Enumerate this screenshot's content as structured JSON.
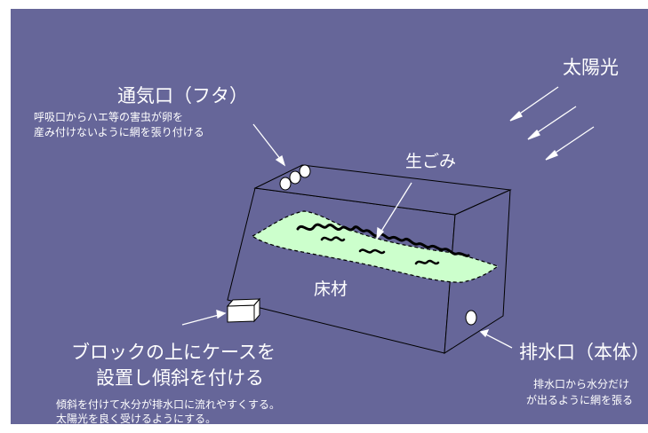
{
  "labels": {
    "sunlight": "太陽光",
    "vent_title": "通気口（フタ）",
    "vent_desc_1": "呼吸口からハエ等の害虫が卵を",
    "vent_desc_2": "産み付けないように網を張り付ける",
    "raw_garbage": "生ごみ",
    "bedding": "床材",
    "block_title_1": "ブロックの上にケースを",
    "block_title_2": "設置し傾斜を付ける",
    "block_desc_1": "傾斜を付けて水分が排水口に流れやすくする。",
    "block_desc_2": "太陽光を良く受けるようにする。",
    "drain_title": "排水口（本体）",
    "drain_desc_1": "排水口から水分だけ",
    "drain_desc_2": "が出るように網を張る"
  },
  "colors": {
    "slide_bg": "#666699",
    "line": "#000000",
    "garbage_fill": "#ccffcc",
    "text": "#ffffff"
  }
}
